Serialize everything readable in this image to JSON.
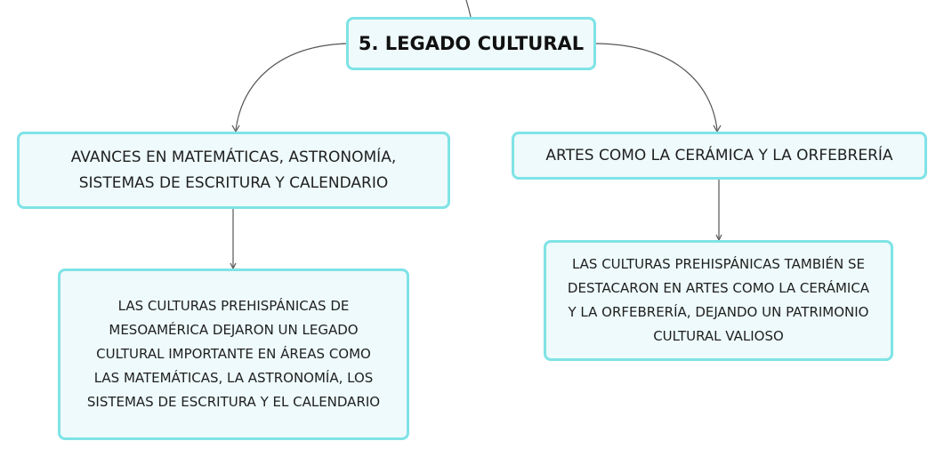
{
  "colors": {
    "node_border": "#7fe3e6",
    "node_fill": "#eefafb",
    "connector": "#555555"
  },
  "diagram": {
    "root": {
      "label": "5. LEGADO CULTURAL"
    },
    "branches": [
      {
        "label": "AVANCES EN MATEMÁTICAS, ASTRONOMÍA,\nSISTEMAS DE ESCRITURA Y CALENDARIO",
        "child": "LAS CULTURAS PREHISPÁNICAS DE\nMESOAMÉRICA DEJARON UN LEGADO\nCULTURAL IMPORTANTE EN ÁREAS COMO\nLAS MATEMÁTICAS, LA ASTRONOMÍA, LOS\nSISTEMAS DE ESCRITURA Y EL CALENDARIO"
      },
      {
        "label": "ARTES COMO LA CERÁMICA Y LA ORFEBRERÍA",
        "child": "LAS CULTURAS PREHISPÁNICAS TAMBIÉN SE\nDESTACARON EN ARTES COMO LA CERÁMICA\nY LA ORFEBRERÍA, DEJANDO UN PATRIMONIO\nCULTURAL VALIOSO"
      }
    ]
  }
}
